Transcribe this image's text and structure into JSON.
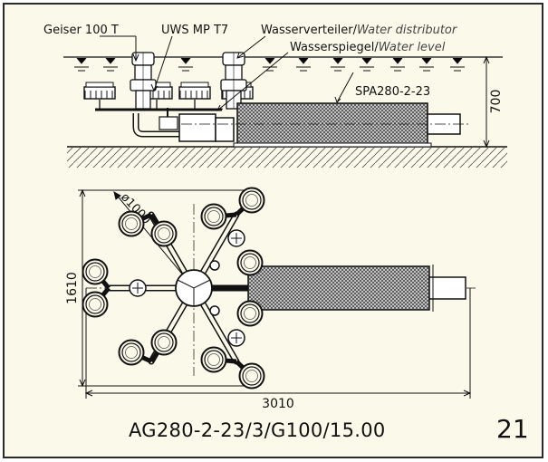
{
  "labels": {
    "geiser": "Geiser 100 T",
    "uws": "UWS MP T7",
    "verteiler_de": "Wasserverteiler/",
    "verteiler_en": "Water distributor",
    "spiegel_de": "Wasserspiegel/",
    "spiegel_en": "Water level",
    "pump": "SPA280-2-23"
  },
  "dimensions": {
    "height": "700",
    "diameter": "ø1000",
    "width": "1610",
    "length": "3010"
  },
  "footer": {
    "code": "AG280-2-23/3/G100/15.00",
    "page": "21"
  }
}
